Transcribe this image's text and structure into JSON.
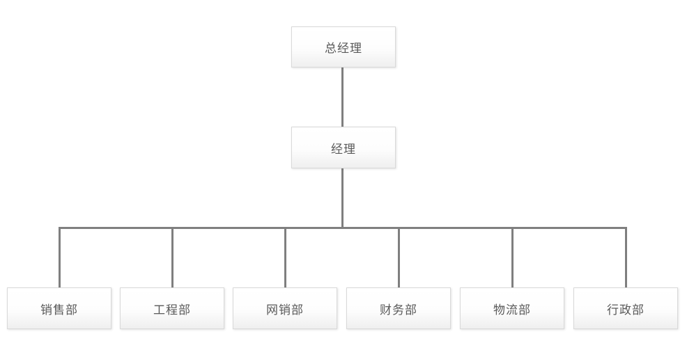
{
  "org_chart": {
    "nodes": {
      "general_manager": "总经理",
      "manager": "经理"
    },
    "departments": [
      {
        "label": "销售部"
      },
      {
        "label": "工程部"
      },
      {
        "label": "网销部"
      },
      {
        "label": "财务部"
      },
      {
        "label": "物流部"
      },
      {
        "label": "行政部"
      }
    ],
    "colors": {
      "connector": "#7f7f7f",
      "box_border": "#d9d9d9",
      "box_fill_top": "#ffffff",
      "box_fill_bottom": "#efefef",
      "text": "#595959",
      "background": "#ffffff"
    }
  }
}
